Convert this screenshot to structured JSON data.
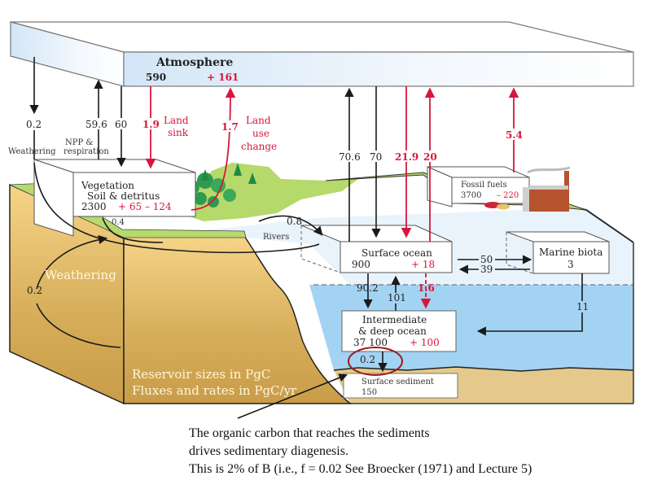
{
  "diagram": {
    "title": "Global carbon cycle",
    "colors": {
      "natural": "#1a1a1a",
      "anthropogenic": "#d8163c",
      "atmosphere": "#dcebf8",
      "surface_water": "#e9f3fc",
      "deep_water": "#a3d3f2",
      "land": "#e6b865",
      "grass": "#b5d96a",
      "sediment": "#e5c98c",
      "highlight_circle": "#9b1b1b"
    },
    "reservoirs": {
      "atmosphere": {
        "name": "Atmosphere",
        "size": "590",
        "change": "+ 161"
      },
      "vegetation": {
        "name_line1": "Vegetation",
        "name_line2": "Soil & detritus",
        "size": "2300",
        "change": "+ 65 – 124"
      },
      "fossil_fuels": {
        "name": "Fossil fuels",
        "size": "3700",
        "change": "– 220"
      },
      "surface_ocean": {
        "name": "Surface ocean",
        "size": "900",
        "change": "+ 18"
      },
      "marine_biota": {
        "name": "Marine biota",
        "size": "3"
      },
      "deep_ocean": {
        "name_line1": "Intermediate",
        "name_line2": "& deep ocean",
        "size": "37 100",
        "change": "+ 100"
      },
      "surface_sediment": {
        "name": "Surface sediment",
        "size": "150"
      }
    },
    "fluxes": {
      "weathering_atm": {
        "value": "0.2",
        "label": "Weathering"
      },
      "npp_up": {
        "value": "59.6",
        "label_line1": "NPP &",
        "label_line2": "respiration"
      },
      "npp_down": {
        "value": "60"
      },
      "land_sink": {
        "value": "1.9",
        "label_line1": "Land",
        "label_line2": "sink"
      },
      "land_use": {
        "value": "1.7",
        "label_line1": "Land",
        "label_line2": "use",
        "label_line3": "change"
      },
      "ocean_up": {
        "value": "70.6"
      },
      "ocean_down": {
        "value": "70"
      },
      "ocean_anthro_down": {
        "value": "21.9"
      },
      "ocean_anthro_up": {
        "value": "20"
      },
      "fossil_emissions": {
        "value": "5.4"
      },
      "soil_runoff": {
        "value": "0.4"
      },
      "rivers": {
        "value": "0.8",
        "label": "Rivers"
      },
      "to_biota": {
        "value": "50"
      },
      "from_biota": {
        "value": "39"
      },
      "downwelling": {
        "value": "90.2"
      },
      "upwelling": {
        "value": "101"
      },
      "anthro_deep": {
        "value": "1.6"
      },
      "biota_export": {
        "value": "11"
      },
      "sedimentation": {
        "value": "0.2"
      },
      "rock_weathering": {
        "value": "0.2",
        "label": "Weathering"
      }
    },
    "legend": {
      "line1": "Reservoir sizes in PgC",
      "line2": "Fluxes and rates in PgC/yr"
    }
  },
  "caption": {
    "line1": "The organic carbon that reaches the sediments",
    "line2": "drives sedimentary diagenesis.",
    "line3": "This is 2% of B (i.e., f = 0.02 See Broecker (1971) and Lecture 5)"
  }
}
